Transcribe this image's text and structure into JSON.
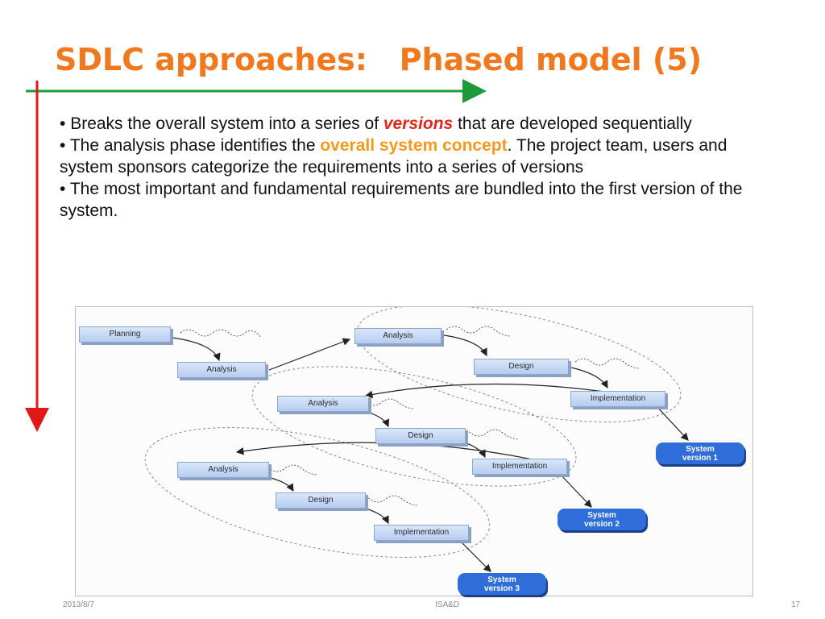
{
  "slide": {
    "title": "SDLC approaches:   Phased model (5)",
    "colors": {
      "title": "#f0781e",
      "highlight_red": "#e0281c",
      "highlight_orange": "#f39a1d",
      "arrow_green": "#1e9a3a",
      "arrow_red": "#e01818"
    }
  },
  "bullets": [
    {
      "marker": "•",
      "before": " Breaks the overall system into a series of ",
      "highlight": "versions",
      "after": " that are developed sequentially"
    },
    {
      "marker": "•",
      "before": " The analysis phase identifies the ",
      "highlight": "overall system concept",
      "after": ". The project team, users and system sponsors categorize the requirements into a series of versions"
    },
    {
      "marker": "•",
      "before": " The most important and fundamental requirements are bundled into the first version of the system.",
      "highlight": "",
      "after": ""
    }
  ],
  "diagram": {
    "planning": "Planning",
    "analysis_main": "Analysis",
    "v1": {
      "analysis": "Analysis",
      "design": "Design",
      "implementation": "Implementation",
      "system_line1": "System",
      "system_line2": "version 1"
    },
    "v2": {
      "analysis": "Analysis",
      "design": "Design",
      "implementation": "Implementation",
      "system_line1": "System",
      "system_line2": "version 2"
    },
    "v3": {
      "analysis": "Analysis",
      "design": "Design",
      "implementation": "Implementation",
      "system_line1": "System",
      "system_line2": "version 3"
    }
  },
  "footer": {
    "date": "2013/8/7",
    "center": "ISA&D",
    "page": "17"
  }
}
